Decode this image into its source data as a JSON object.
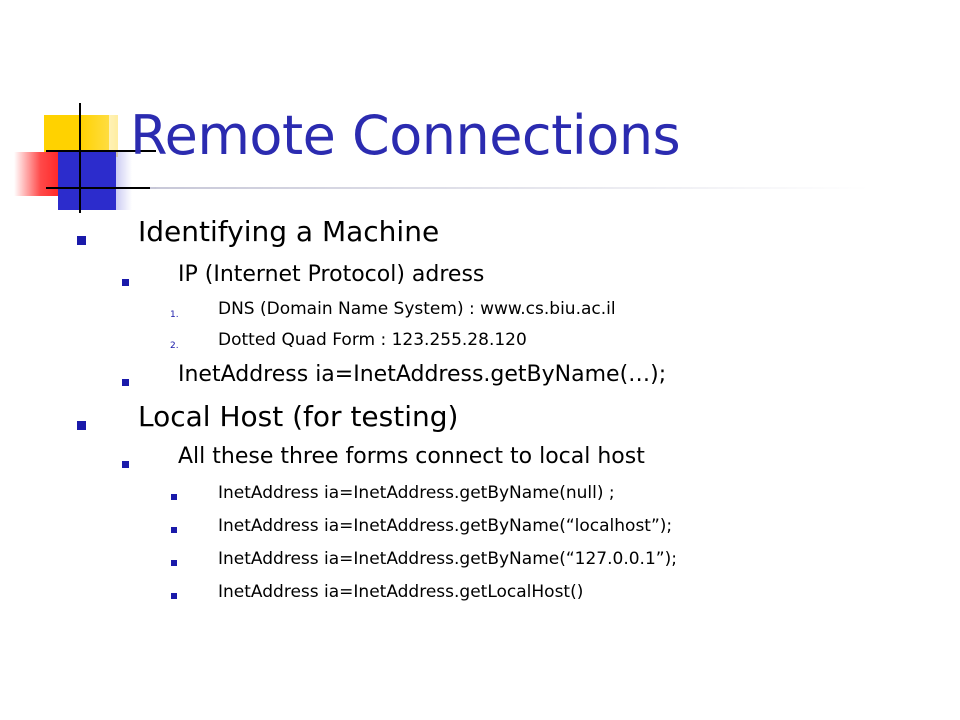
{
  "slide": {
    "title": "Remote Connections",
    "items": [
      {
        "text": "Identifying a Machine"
      },
      {
        "text": "IP (Internet Protocol) adress"
      },
      {
        "number": "1.",
        "text": "DNS (Domain Name System) : www.cs.biu.ac.il"
      },
      {
        "number": "2.",
        "text": "Dotted Quad Form : 123.255.28.120"
      },
      {
        "text": "InetAddress ia=InetAddress.getByName(…);"
      },
      {
        "text": "Local Host (for testing)"
      },
      {
        "text": "All these three forms connect to local host"
      },
      {
        "text": "InetAddress ia=InetAddress.getByName(null) ;"
      },
      {
        "text": "InetAddress ia=InetAddress.getByName(“localhost”);"
      },
      {
        "text": "InetAddress ia=InetAddress.getByName(“127.0.0.1”);"
      },
      {
        "text": "InetAddress ia=InetAddress.getLocalHost()"
      }
    ]
  },
  "colors": {
    "title": "#2b2bb0",
    "bullet": "#1a1aaa",
    "logo_yellow": "#ffd200",
    "logo_blue": "#2c2ccc",
    "logo_red": "#ff2a2a"
  }
}
